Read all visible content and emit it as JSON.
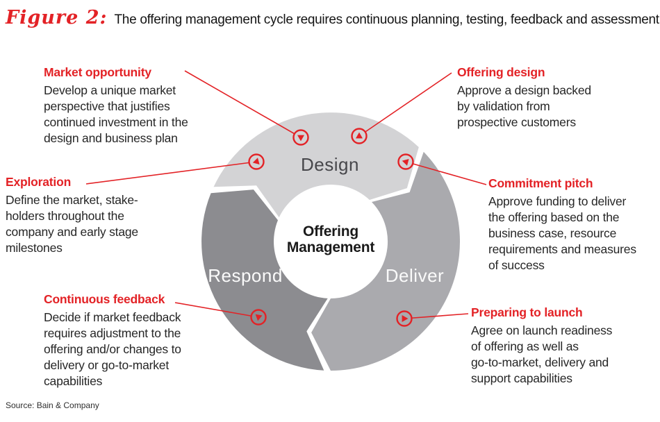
{
  "figure": {
    "label": "Figure 2:",
    "title": "The offering management cycle requires continuous planning, testing, feedback and assessment"
  },
  "cycle": {
    "center": {
      "line1": "Offering",
      "line2": "Management"
    },
    "segments": [
      {
        "label": "Design"
      },
      {
        "label": "Deliver"
      },
      {
        "label": "Respond"
      }
    ]
  },
  "callouts": [
    {
      "title": "Market opportunity",
      "body": "Develop a unique market\nperspective that justifies\ncontinued investment in the\ndesign and business plan"
    },
    {
      "title": "Offering design",
      "body": "Approve a design backed\nby validation from\nprospective customers"
    },
    {
      "title": "Exploration",
      "body": "Define the market, stake-\nholders throughout the\ncompany and early stage\nmilestones"
    },
    {
      "title": "Commitment pitch",
      "body": "Approve funding to deliver\nthe offering based on the\nbusiness case, resource\nrequirements and measures\nof success"
    },
    {
      "title": "Continuous feedback",
      "body": "Decide if market feedback\nrequires adjustment to the\noffering and/or changes to\ndelivery or go-to-market\ncapabilities"
    },
    {
      "title": "Preparing to launch",
      "body": "Agree on launch readiness\nof offering as well as\ngo-to-market, delivery and\nsupport capabilities"
    }
  ],
  "source": "Source: Bain & Company",
  "colors": {
    "accent_red": "#e32226",
    "design_gray": "#d3d3d5",
    "deliver_gray": "#aaaaae",
    "respond_gray": "#8c8c90"
  }
}
